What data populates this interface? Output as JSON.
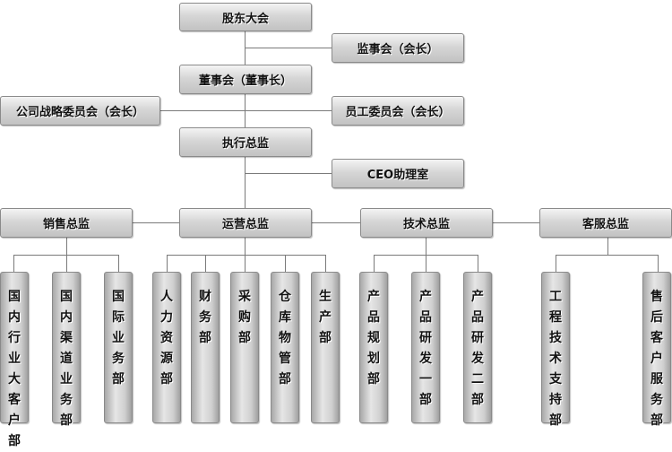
{
  "top": {
    "shareholders": "股东大会",
    "supervisors": "监事会（会长）",
    "board": "董事会（董事长）",
    "strategy_committee": "公司战略委员会（会长）",
    "staff_committee": "员工委员会（会长）",
    "executive": "执行总监",
    "ceo_office": "CEO助理室"
  },
  "directors": [
    "销售总监",
    "运营总监",
    "技术总监",
    "客服总监"
  ],
  "departments": {
    "sales": [
      "国内行业大客户部",
      "国内渠道业务部",
      "国际业务部"
    ],
    "operations": [
      "人力资源部",
      "财务部",
      "采购部",
      "仓库物管部",
      "生产部"
    ],
    "tech": [
      "产品规划部",
      "产品研发一部",
      "产品研发二部"
    ],
    "service": [
      "工程技术支持部",
      "售后客户服务部"
    ]
  }
}
